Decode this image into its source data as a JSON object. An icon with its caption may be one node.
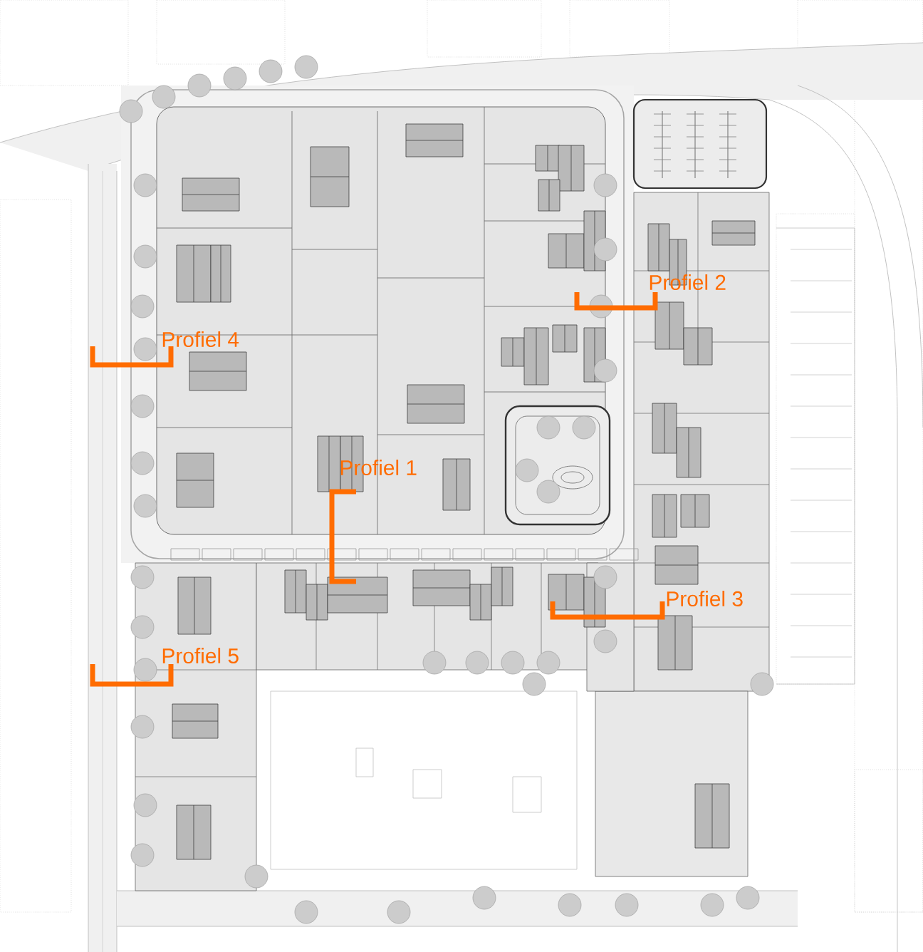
{
  "diagram": {
    "labels": [
      "Profiel 2",
      "Profiel 4",
      "Profiel 1",
      "Profiel 3",
      "Profiel 5"
    ]
  }
}
